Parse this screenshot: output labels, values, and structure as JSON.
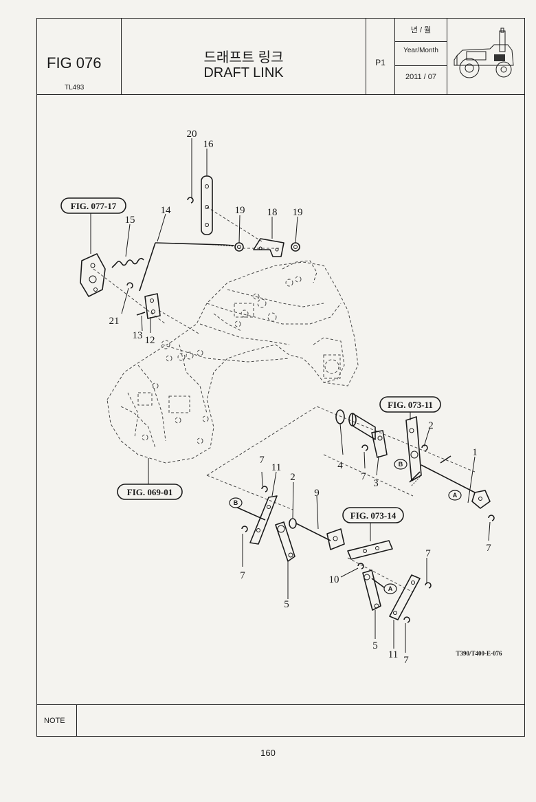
{
  "header": {
    "fig_number": "FIG 076",
    "fig_sub": "TL493",
    "title_korean": "드래프트 링크",
    "title_english": "DRAFT LINK",
    "page_code": "P1",
    "year_month_korean": "년 / 월",
    "year_month_label": "Year/Month",
    "year_month_value": "2011 / 07"
  },
  "diagram": {
    "part_labels": [
      "1",
      "2",
      "2",
      "3",
      "4",
      "5",
      "5",
      "7",
      "7",
      "7",
      "7",
      "7",
      "7",
      "9",
      "10",
      "11",
      "11",
      "12",
      "13",
      "14",
      "15",
      "16",
      "18",
      "19",
      "19",
      "20",
      "21"
    ],
    "fig_refs": [
      "FIG. 077-17",
      "FIG. 069-01",
      "FIG. 073-11",
      "FIG. 073-14"
    ],
    "markers": [
      "A",
      "A",
      "B",
      "B"
    ],
    "drawing_code": "T390/T400-E-076"
  },
  "footer": {
    "note_label": "NOTE",
    "page_number": "160"
  }
}
